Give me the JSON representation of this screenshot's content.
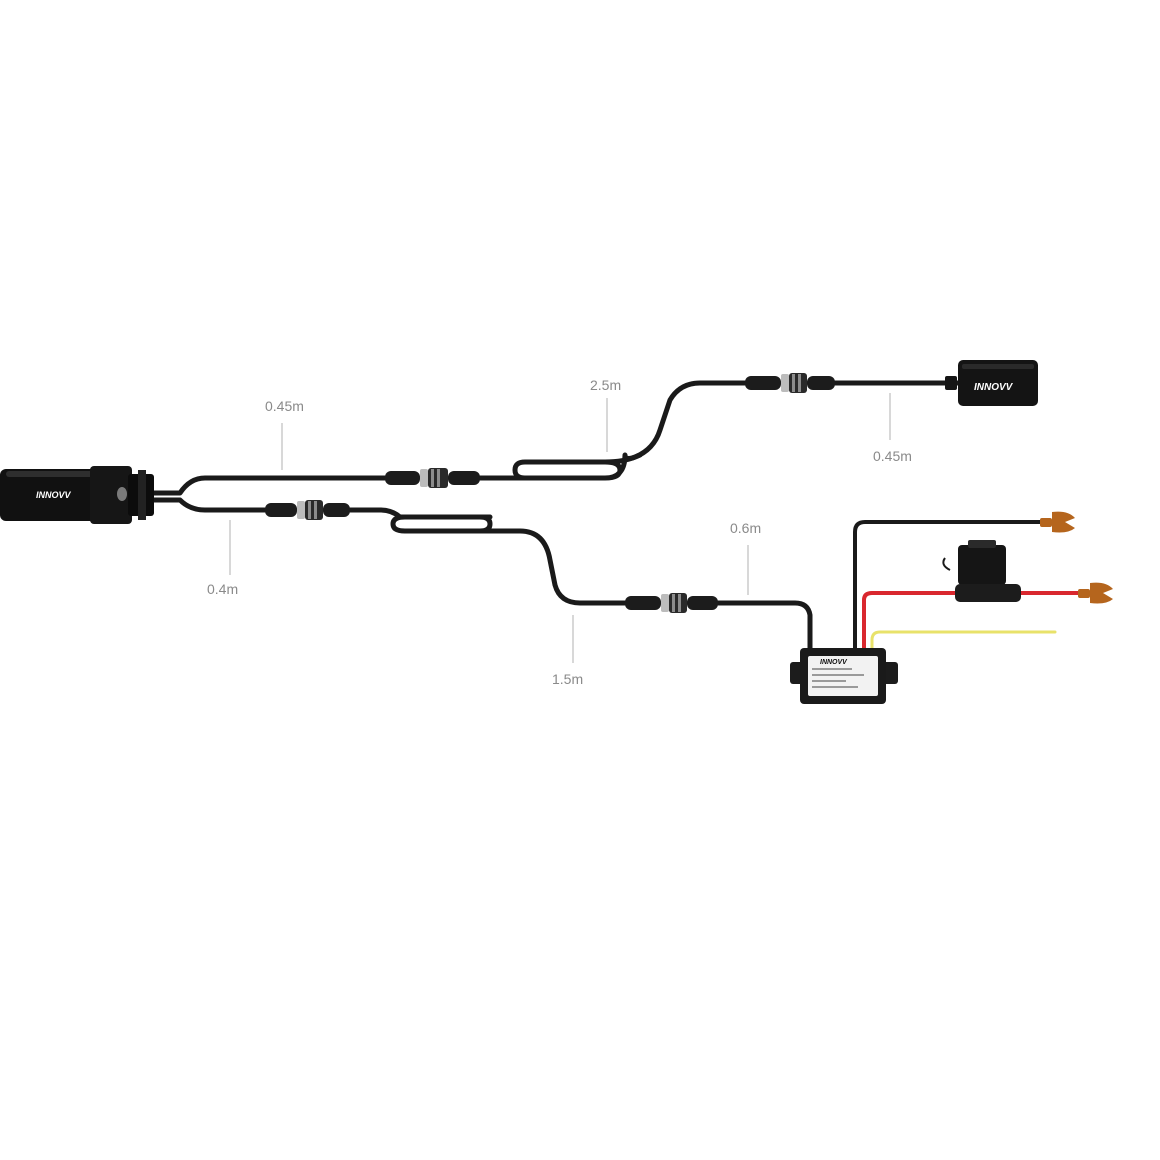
{
  "diagram": {
    "camera_logo": "INNOVV",
    "rear_camera_logo": "INNOVV",
    "converter_logo": "INNOVV",
    "cable_lengths": {
      "upper_split": "0.45m",
      "lower_split": "0.4m",
      "rear_extension": "2.5m",
      "rear_lead": "0.45m",
      "power_extension": "1.5m",
      "converter_lead": "0.6m"
    },
    "colors": {
      "cable": "#1a1a1a",
      "power_red": "#d9272e",
      "ignition_yellow": "#e8e26a",
      "terminal_copper": "#b5651d",
      "connector_ring": "#c8c8c8"
    }
  }
}
